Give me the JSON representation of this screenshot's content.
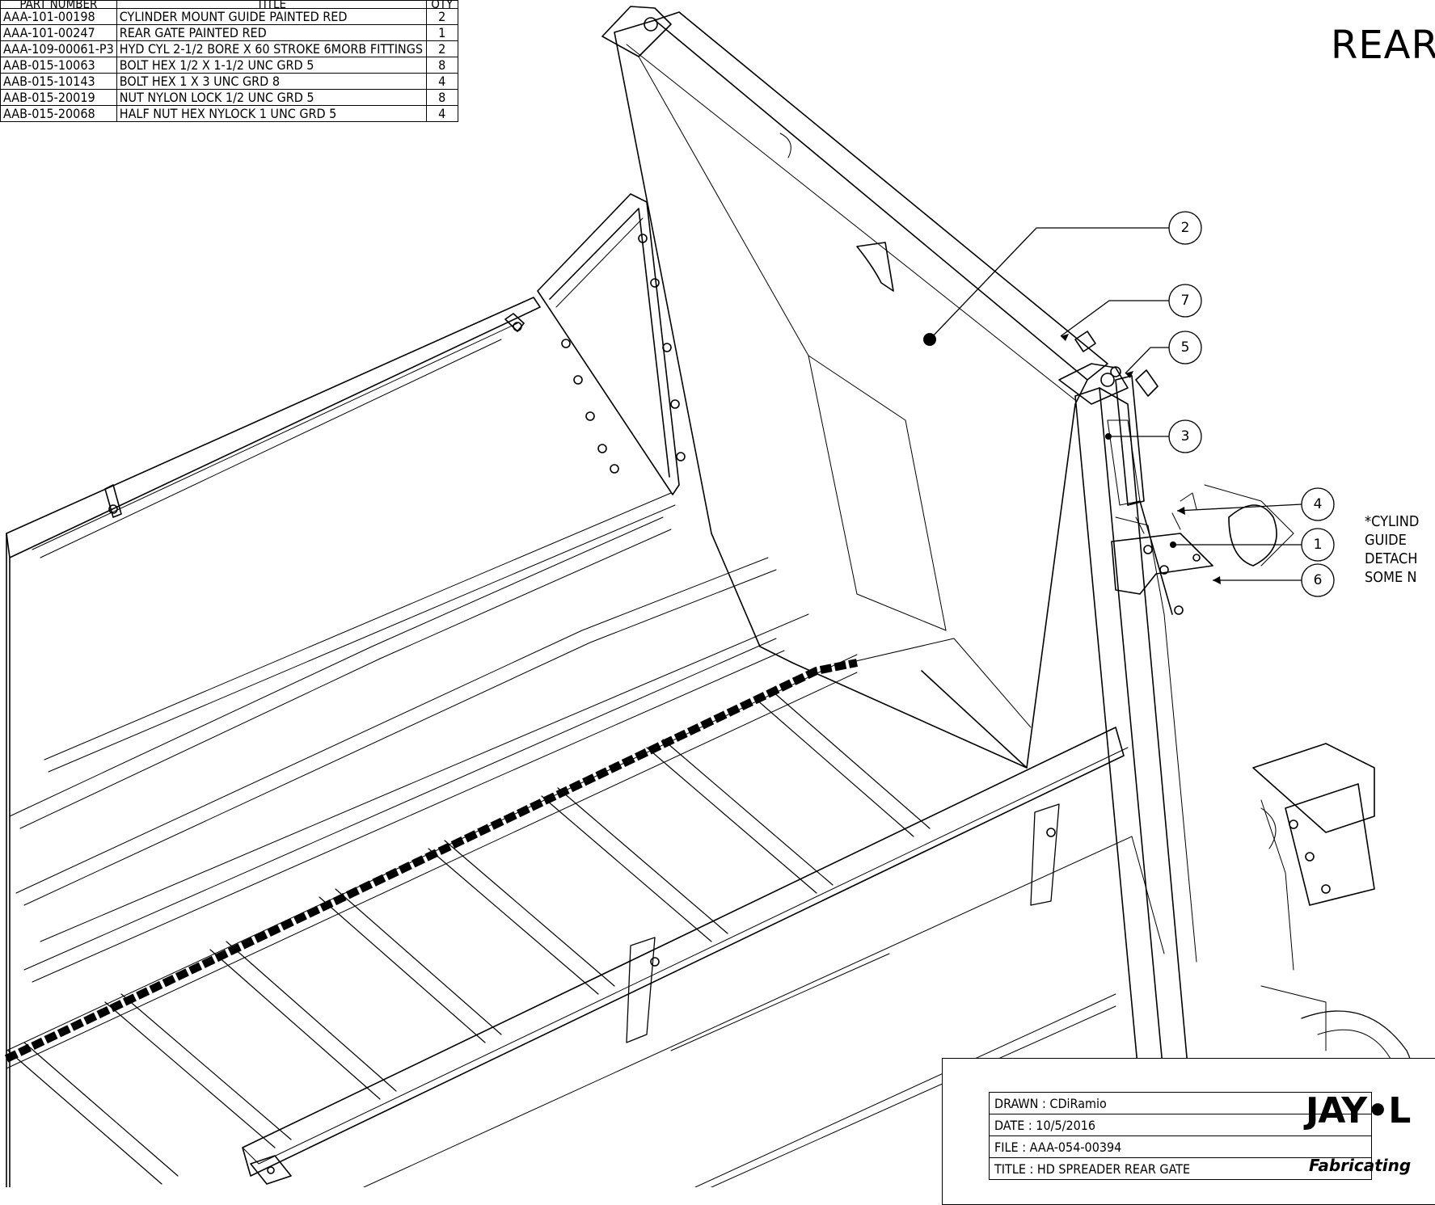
{
  "bom": {
    "headers": [
      "PART NUMBER",
      "TITLE",
      "QTY"
    ],
    "rows": [
      {
        "part": "AAA-101-00198",
        "title": "CYLINDER MOUNT GUIDE PAINTED RED",
        "qty": "2"
      },
      {
        "part": "AAA-101-00247",
        "title": "REAR GATE PAINTED RED",
        "qty": "1"
      },
      {
        "part": "AAA-109-00061-P3",
        "title": "HYD CYL 2-1/2 BORE X 60 STROKE 6MORB FITTINGS",
        "qty": "2"
      },
      {
        "part": "AAB-015-10063",
        "title": "BOLT HEX 1/2 X 1-1/2 UNC GRD 5",
        "qty": "8"
      },
      {
        "part": "AAB-015-10143",
        "title": "BOLT HEX 1 X 3  UNC GRD 8",
        "qty": "4"
      },
      {
        "part": "AAB-015-20019",
        "title": "NUT NYLON LOCK 1/2 UNC GRD 5",
        "qty": "8"
      },
      {
        "part": "AAB-015-20068",
        "title": "HALF NUT HEX NYLOCK 1 UNC GRD 5",
        "qty": "4"
      }
    ]
  },
  "view_title": "REAR",
  "note_lines": [
    "*CYLIND",
    "GUIDE",
    "DETACH",
    "SOME N"
  ],
  "balloons": [
    "2",
    "7",
    "5",
    "3",
    "4",
    "1",
    "6"
  ],
  "title_block": {
    "drawn": "DRAWN :   CDiRamio",
    "date": "DATE :  10/5/2016",
    "file": "FILE :   AAA-054-00394",
    "title": "TITLE : HD SPREADER REAR GATE",
    "logo": "JAY•L",
    "logo_sub": "Fabricating"
  }
}
